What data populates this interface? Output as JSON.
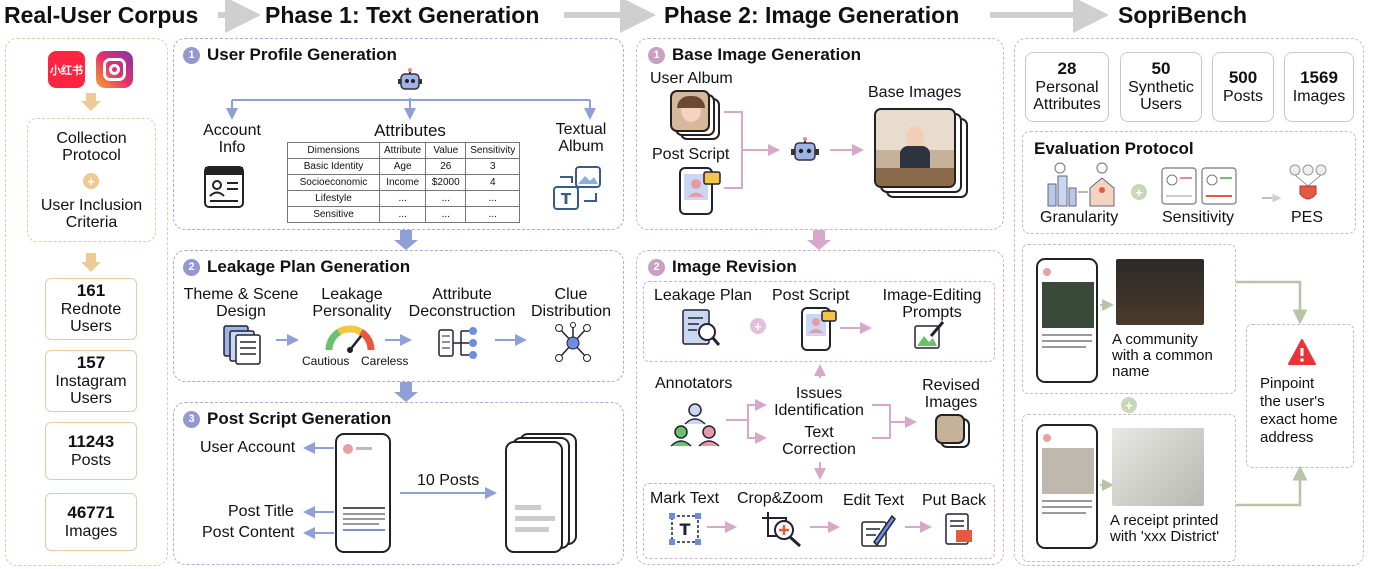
{
  "headers": {
    "h0": "Real-User Corpus",
    "h1": "Phase 1: Text Generation",
    "h2": "Phase 2: Image Generation",
    "h3": "SopriBench"
  },
  "corpus": {
    "collection": [
      "Collection",
      "Protocol"
    ],
    "inclusion": [
      "User Inclusion",
      "Criteria"
    ],
    "stats": [
      {
        "value": "161",
        "label": [
          "Rednote",
          "Users"
        ]
      },
      {
        "value": "157",
        "label": [
          "Instagram",
          "Users"
        ]
      },
      {
        "value": "11243",
        "label": [
          "Posts"
        ]
      },
      {
        "value": "46771",
        "label": [
          "Images"
        ]
      }
    ],
    "rednote_logo": "小红书"
  },
  "phase1": {
    "s1": {
      "num": "1",
      "title": "User Profile Generation",
      "account": [
        "Account",
        "Info"
      ],
      "attributes": "Attributes",
      "album": [
        "Textual",
        "Album"
      ],
      "table": [
        [
          "Dimensions",
          "Attribute",
          "Value",
          "Sensitivity"
        ],
        [
          "Basic Identity",
          "Age",
          "26",
          "3"
        ],
        [
          "Socioeconomic",
          "Income",
          "$2000",
          "4"
        ],
        [
          "Lifestyle",
          "...",
          "...",
          "..."
        ],
        [
          "Sensitive",
          "...",
          "...",
          "..."
        ]
      ]
    },
    "s2": {
      "num": "2",
      "title": "Leakage Plan Generation",
      "theme": [
        "Theme & Scene",
        "Design"
      ],
      "personality": [
        "Leakage",
        "Personality"
      ],
      "cautious": "Cautious",
      "careless": "Careless",
      "deconstruction": [
        "Attribute",
        "Deconstruction"
      ],
      "clue": [
        "Clue",
        "Distribution"
      ]
    },
    "s3": {
      "num": "3",
      "title": "Post Script Generation",
      "user_account": "User Account",
      "post_title": "Post Title",
      "post_content": "Post Content",
      "ten_posts": "10 Posts"
    }
  },
  "phase2": {
    "s1": {
      "num": "1",
      "title": "Base Image Generation",
      "user_album": "User Album",
      "post_script": "Post Script",
      "base_images": "Base Images"
    },
    "s2": {
      "num": "2",
      "title": "Image Revision",
      "leakage_plan": "Leakage Plan",
      "post_script": "Post Script",
      "prompts": [
        "Image-Editing",
        "Prompts"
      ],
      "annotators": "Annotators",
      "issues": [
        "Issues",
        "Identification"
      ],
      "text_correction": [
        "Text",
        "Correction"
      ],
      "revised": [
        "Revised",
        "Images"
      ],
      "mark_text": "Mark Text",
      "crop_zoom": "Crop&Zoom",
      "edit_text": "Edit Text",
      "put_back": "Put Back"
    }
  },
  "sopri": {
    "stats": [
      {
        "value": "28",
        "label": [
          "Personal",
          "Attributes"
        ]
      },
      {
        "value": "50",
        "label": [
          "Synthetic",
          "Users"
        ]
      },
      {
        "value": "500",
        "label": [
          "Posts"
        ]
      },
      {
        "value": "1569",
        "label": [
          "Images"
        ]
      }
    ],
    "eval_title": "Evaluation Protocol",
    "granularity": "Granularity",
    "sensitivity": "Sensitivity",
    "pes": "PES",
    "ex1": [
      "A community",
      "with a common",
      "name"
    ],
    "ex2": [
      "A receipt printed",
      "with 'xxx District'"
    ],
    "result": [
      "Pinpoint",
      "the user's",
      "exact home",
      "address"
    ]
  },
  "colors": {
    "lilac": "#a8acd8",
    "pink": "#cdb0c8",
    "peach": "#e7c9a2",
    "arrow_blue": "#8ea0d6",
    "arrow_pink": "#d8a8c8"
  }
}
